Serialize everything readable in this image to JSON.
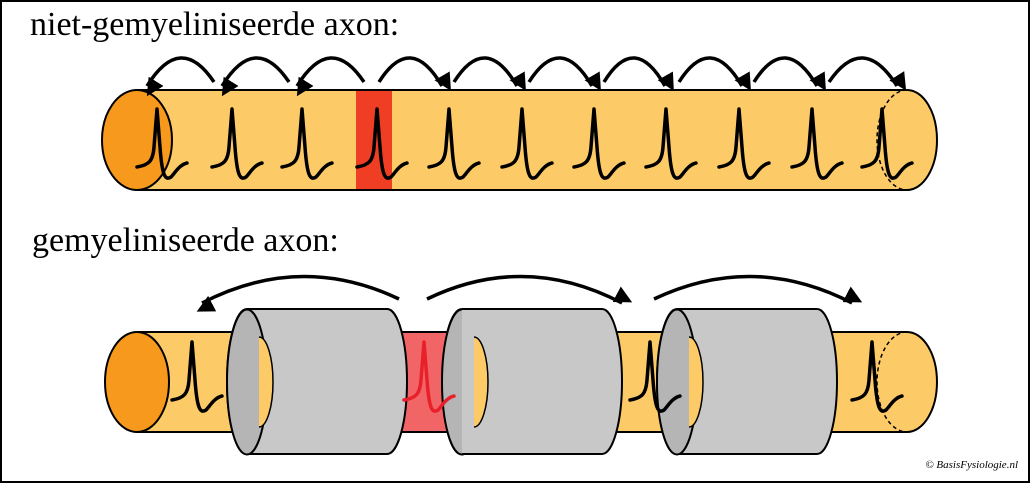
{
  "titles": {
    "unmyelinated": "niet-gemyeliniseerde axon:",
    "myelinated": "gemyeliniseerde axon:"
  },
  "copyright": "© BasisFysiologie.nl",
  "colors": {
    "axon_body": "#fdca68",
    "axon_cap": "#f7991c",
    "active_unmyelinated": "#ef3e23",
    "active_node": "#f26567",
    "myelin": "#c8c8c8",
    "active_spike": "#e8202a"
  }
}
